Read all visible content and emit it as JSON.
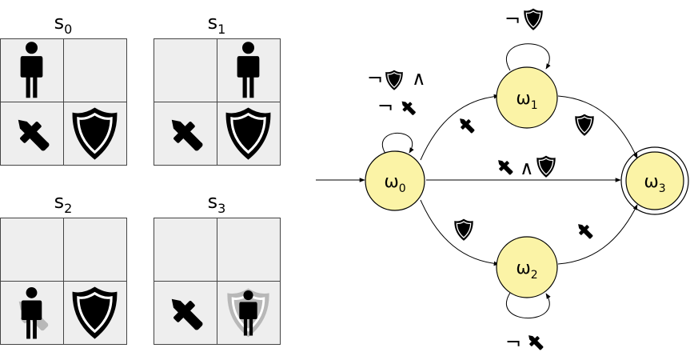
{
  "grids": [
    {
      "title": "s",
      "subscript": "0",
      "cells": [
        [
          "person",
          ""
        ],
        [
          "sword",
          "shield"
        ]
      ]
    },
    {
      "title": "s",
      "subscript": "1",
      "cells": [
        [
          "",
          "person"
        ],
        [
          "sword",
          "shield"
        ]
      ]
    },
    {
      "title": "s",
      "subscript": "2",
      "cells": [
        [
          "",
          ""
        ],
        [
          "person-with-sword",
          "shield"
        ]
      ]
    },
    {
      "title": "s",
      "subscript": "3",
      "cells": [
        [
          "",
          ""
        ],
        [
          "sword",
          "person-with-shield"
        ]
      ]
    }
  ],
  "automaton": {
    "states": [
      {
        "id": "w0",
        "label": "ω",
        "subscript": "0",
        "initial": true,
        "accepting": false
      },
      {
        "id": "w1",
        "label": "ω",
        "subscript": "1",
        "initial": false,
        "accepting": false
      },
      {
        "id": "w2",
        "label": "ω",
        "subscript": "2",
        "initial": false,
        "accepting": false
      },
      {
        "id": "w3",
        "label": "ω",
        "subscript": "3",
        "initial": false,
        "accepting": true
      }
    ],
    "transitions": [
      {
        "from": "w0",
        "to": "w0",
        "label": [
          "not",
          "shield",
          "and",
          "not",
          "sword"
        ]
      },
      {
        "from": "w1",
        "to": "w1",
        "label": [
          "not",
          "shield"
        ]
      },
      {
        "from": "w2",
        "to": "w2",
        "label": [
          "not",
          "sword"
        ]
      },
      {
        "from": "w0",
        "to": "w1",
        "label": [
          "sword"
        ]
      },
      {
        "from": "w0",
        "to": "w2",
        "label": [
          "shield"
        ]
      },
      {
        "from": "w0",
        "to": "w3",
        "label": [
          "sword",
          "and",
          "shield"
        ]
      },
      {
        "from": "w1",
        "to": "w3",
        "label": [
          "shield"
        ]
      },
      {
        "from": "w2",
        "to": "w3",
        "label": [
          "sword"
        ]
      }
    ],
    "symbols": {
      "not": "¬",
      "and": "∧"
    }
  },
  "colors": {
    "node_fill": "#fbf3a6",
    "cell_fill": "#eeeeee",
    "icon": "#000000",
    "faded_icon": "#b8b8b8"
  },
  "icons": [
    "person-icon",
    "sword-icon",
    "shield-icon"
  ]
}
